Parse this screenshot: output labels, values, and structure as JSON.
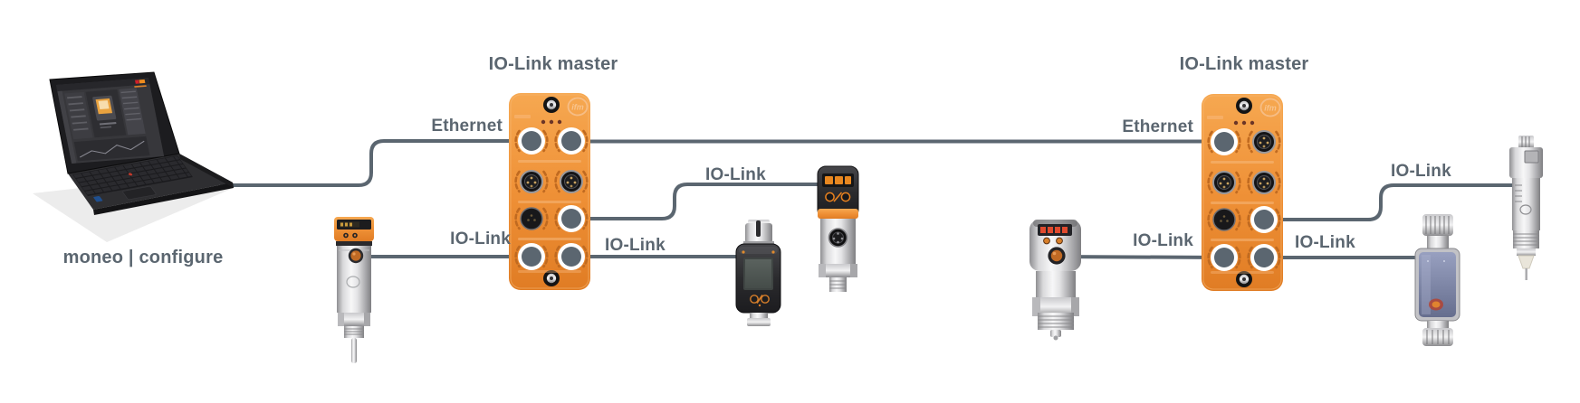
{
  "brand": {
    "logo": "ifm"
  },
  "colors": {
    "background": "#ffffff",
    "line": "#5b6670",
    "label_text": "#5b6670",
    "master_orange": "#ee8f3c",
    "blue_sensor_face": "#7d86a8"
  },
  "laptop": {
    "caption": "moneo | configure"
  },
  "masters": [
    {
      "id": "master-1",
      "title": "IO-Link master"
    },
    {
      "id": "master-2",
      "title": "IO-Link master"
    }
  ],
  "connections": [
    {
      "from": "laptop",
      "to": "master-1",
      "label": "Ethernet"
    },
    {
      "from": "master-1",
      "to": "master-2",
      "label": "Ethernet"
    },
    {
      "from": "master-1",
      "to": "temperature-sensor",
      "label": "IO-Link"
    },
    {
      "from": "master-1",
      "to": "pressure-sensor",
      "label": "IO-Link"
    },
    {
      "from": "master-1",
      "to": "flow-display-sensor",
      "label": "IO-Link"
    },
    {
      "from": "level-sensor",
      "to": "master-2",
      "label": "IO-Link"
    },
    {
      "from": "master-2",
      "to": "conductivity-sensor",
      "label": "IO-Link"
    },
    {
      "from": "master-2",
      "to": "ultrasonic-flow-sensor",
      "label": "IO-Link"
    }
  ]
}
